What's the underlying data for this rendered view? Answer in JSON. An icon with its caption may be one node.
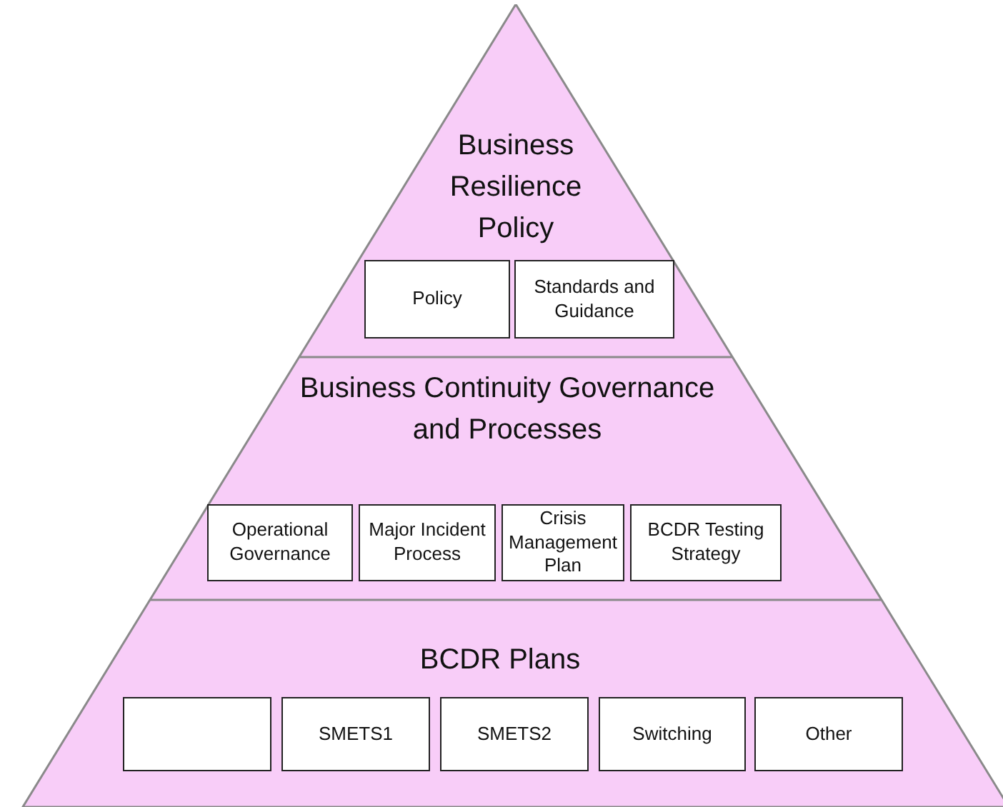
{
  "diagram": {
    "nodes": [
      {
        "text": [
          "Business Resilience Policy"
        ]
      },
      {
        "text": [
          "Policy"
        ],
        "in": 0
      },
      {
        "text": [
          "Standards and Guidance"
        ],
        "in": 0
      },
      {
        "text": [
          "Business Continuity Governance and Processes"
        ]
      },
      {
        "text": [
          "Operational Governance"
        ],
        "in": 3
      },
      {
        "text": [
          "Major Incident Process"
        ],
        "in": 3
      },
      {
        "text": [
          "Crisis Management Plan"
        ],
        "in": 3
      },
      {
        "text": [
          "BCDR Testing Strategy"
        ],
        "in": 3
      },
      {
        "text": [
          "BCDR Plans"
        ]
      },
      {
        "text": [],
        "shape": "box",
        "in": 8
      },
      {
        "text": [
          "SMETS1"
        ],
        "in": 8
      },
      {
        "text": [
          "SMETS2"
        ],
        "in": 8
      },
      {
        "text": [
          "Switching"
        ],
        "in": 8
      },
      {
        "text": [
          "Other"
        ],
        "in": 8
      }
    ]
  }
}
